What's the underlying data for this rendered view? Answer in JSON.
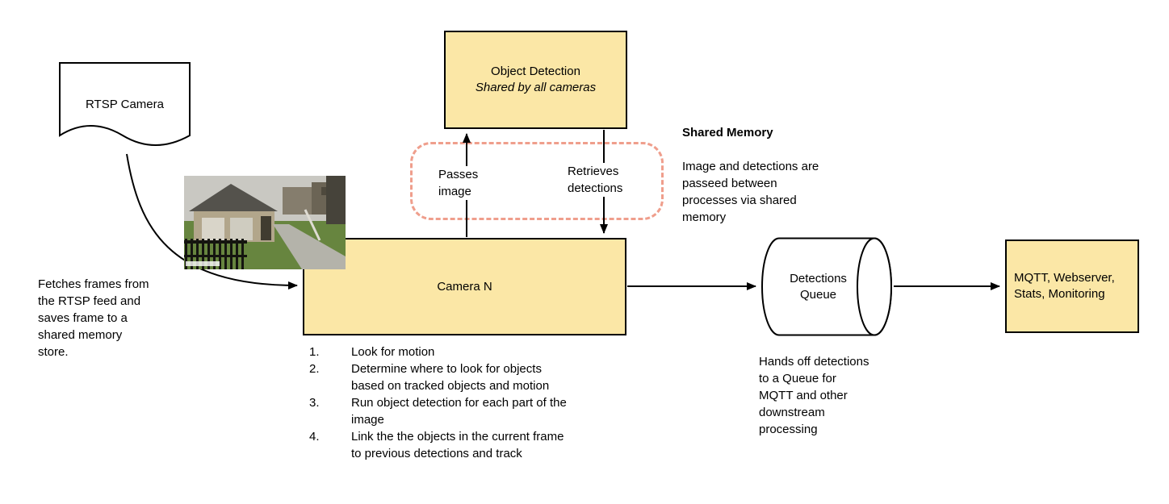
{
  "colors": {
    "box_fill": "#fbe7a6",
    "box_border": "#000000",
    "dashed_stroke": "#ef9e8c"
  },
  "rtsp": {
    "label": "RTSP Camera",
    "note": "Fetches frames from\nthe RTSP feed and\nsaves frame to a\nshared memory\nstore."
  },
  "object_detection": {
    "title": "Object Detection",
    "subtitle": "Shared by all cameras"
  },
  "shared_memory": {
    "passes_label": "Passes\nimage",
    "retrieves_label": "Retrieves\ndetections",
    "note_title": "Shared Memory",
    "note_body": "Image and detections are\npasseed between\nprocesses via shared\nmemory"
  },
  "camera": {
    "label": "Camera N",
    "steps": [
      {
        "num": "1.",
        "text": "Look for motion"
      },
      {
        "num": "2.",
        "text": "Determine where to look for objects\nbased on tracked objects and motion"
      },
      {
        "num": "3.",
        "text": "Run object detection for each part of the\nimage"
      },
      {
        "num": "4.",
        "text": "Link the the objects in the current frame\nto previous detections and track"
      }
    ]
  },
  "queue": {
    "label": "Detections\nQueue",
    "note": "Hands off detections\nto a Queue for\nMQTT and other\ndownstream\nprocessing"
  },
  "outputs": {
    "label": "MQTT, Webserver,\nStats, Monitoring"
  }
}
